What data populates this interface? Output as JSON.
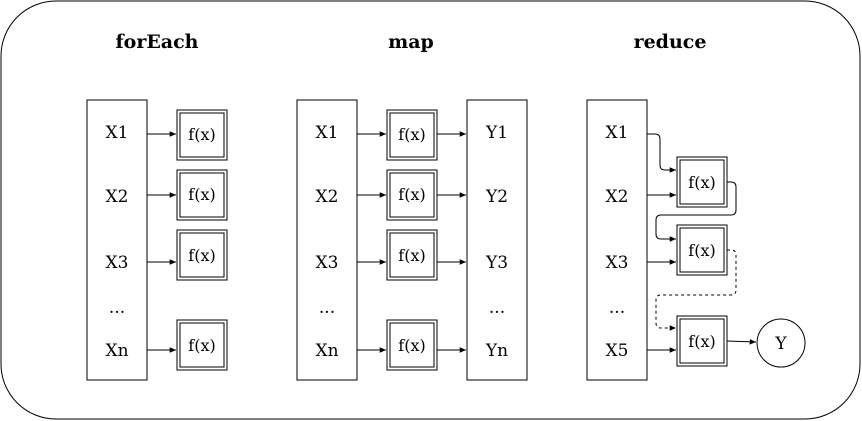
{
  "foreach": {
    "title": "forEach",
    "inputs": [
      "X1",
      "X2",
      "X3",
      "...",
      "Xn"
    ],
    "func": "f(x)"
  },
  "map": {
    "title": "map",
    "inputs": [
      "X1",
      "X2",
      "X3",
      "...",
      "Xn"
    ],
    "func": "f(x)",
    "outputs": [
      "Y1",
      "Y2",
      "Y3",
      "...",
      "Yn"
    ]
  },
  "reduce": {
    "title": "reduce",
    "inputs": [
      "X1",
      "X2",
      "X3",
      "...",
      "X5"
    ],
    "func": "f(x)",
    "result": "Y"
  }
}
